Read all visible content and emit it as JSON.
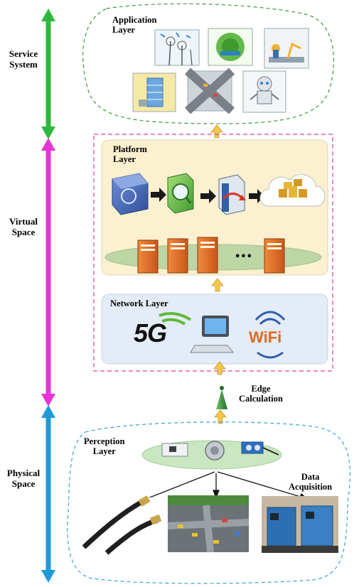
{
  "side_labels": {
    "service": "Service\nSystem",
    "virtual": "Virtual\nSpace",
    "physical": "Physical\nSpace"
  },
  "layers": {
    "application": "Application\nLayer",
    "platform": "Platform\nLayer",
    "network": "Network Layer",
    "perception": "Perception\nLayer"
  },
  "labels": {
    "edge": "Edge\nCalculation",
    "data_acquisition": "Data\nAcquisition",
    "five_g": "5G",
    "wifi": "WiFi",
    "ellipsis": "•••"
  },
  "colors": {
    "service_bar": "#2db83d",
    "virtual_bar": "#e634d6",
    "physical_bar": "#1e9ad9",
    "platform_fill": "#fbf0cf",
    "network_fill": "#e4ecf7",
    "dash_green": "#3a9a3a",
    "dash_magenta": "#e0409a",
    "up_arrow": "#f4c64a"
  }
}
